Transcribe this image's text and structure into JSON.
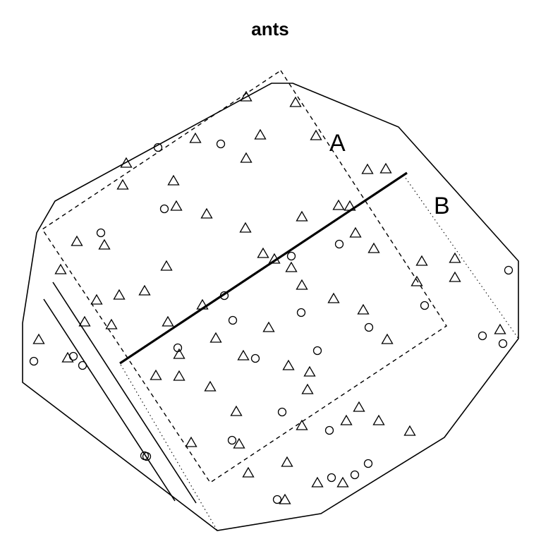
{
  "chart_data": {
    "type": "scatter",
    "title": "ants",
    "xlabel": "",
    "ylabel": "",
    "axes_shown": false,
    "grid": false,
    "region_labels": [
      "A",
      "B"
    ],
    "outline": [
      [
        415,
        118
      ],
      [
        565,
        180
      ],
      [
        735,
        370
      ],
      [
        735,
        480
      ],
      [
        630,
        620
      ],
      [
        455,
        728
      ],
      [
        308,
        752
      ],
      [
        32,
        542
      ],
      [
        32,
        458
      ],
      [
        52,
        330
      ],
      [
        78,
        285
      ],
      [
        385,
        118
      ]
    ],
    "region_A_boundary": [
      [
        398,
        100
      ],
      [
        633,
        462
      ],
      [
        298,
        684
      ],
      [
        60,
        325
      ]
    ],
    "region_B_boundary": [
      [
        572,
        248
      ],
      [
        735,
        480
      ],
      [
        630,
        620
      ],
      [
        455,
        728
      ],
      [
        308,
        752
      ],
      [
        170,
        515
      ]
    ],
    "dividing_line": [
      [
        170,
        515
      ],
      [
        577,
        245
      ]
    ],
    "parallel_lines": [
      [
        [
          75,
          400
        ],
        [
          278,
          713
        ]
      ],
      [
        [
          62,
          424
        ],
        [
          248,
          710
        ]
      ]
    ],
    "series": [
      {
        "marker": "triangle",
        "points": [
          [
            349,
            137
          ],
          [
            419,
            145
          ],
          [
            277,
            196
          ],
          [
            369,
            191
          ],
          [
            448,
            192
          ],
          [
            179,
            231
          ],
          [
            349,
            224
          ],
          [
            521,
            240
          ],
          [
            547,
            239
          ],
          [
            174,
            262
          ],
          [
            246,
            256
          ],
          [
            250,
            292
          ],
          [
            293,
            303
          ],
          [
            480,
            291
          ],
          [
            496,
            292
          ],
          [
            428,
            307
          ],
          [
            348,
            323
          ],
          [
            504,
            330
          ],
          [
            109,
            342
          ],
          [
            148,
            347
          ],
          [
            530,
            352
          ],
          [
            373,
            359
          ],
          [
            389,
            367
          ],
          [
            598,
            370
          ],
          [
            645,
            366
          ],
          [
            86,
            382
          ],
          [
            236,
            377
          ],
          [
            413,
            379
          ],
          [
            591,
            399
          ],
          [
            645,
            393
          ],
          [
            428,
            404
          ],
          [
            205,
            412
          ],
          [
            169,
            418
          ],
          [
            137,
            425
          ],
          [
            473,
            423
          ],
          [
            287,
            432
          ],
          [
            515,
            439
          ],
          [
            120,
            456
          ],
          [
            238,
            456
          ],
          [
            158,
            460
          ],
          [
            381,
            464
          ],
          [
            709,
            467
          ],
          [
            55,
            481
          ],
          [
            306,
            479
          ],
          [
            549,
            481
          ],
          [
            96,
            507
          ],
          [
            254,
            502
          ],
          [
            345,
            504
          ],
          [
            409,
            518
          ],
          [
            439,
            527
          ],
          [
            221,
            532
          ],
          [
            254,
            533
          ],
          [
            298,
            548
          ],
          [
            436,
            552
          ],
          [
            509,
            577
          ],
          [
            335,
            583
          ],
          [
            491,
            596
          ],
          [
            537,
            596
          ],
          [
            428,
            603
          ],
          [
            581,
            611
          ],
          [
            271,
            627
          ],
          [
            339,
            629
          ],
          [
            407,
            655
          ],
          [
            352,
            670
          ],
          [
            450,
            684
          ],
          [
            486,
            684
          ],
          [
            404,
            708
          ]
        ]
      },
      {
        "marker": "circle",
        "points": [
          [
            224,
            209
          ],
          [
            313,
            204
          ],
          [
            233,
            296
          ],
          [
            143,
            330
          ],
          [
            481,
            346
          ],
          [
            413,
            363
          ],
          [
            721,
            383
          ],
          [
            318,
            419
          ],
          [
            602,
            433
          ],
          [
            427,
            443
          ],
          [
            330,
            454
          ],
          [
            523,
            464
          ],
          [
            684,
            476
          ],
          [
            713,
            487
          ],
          [
            252,
            493
          ],
          [
            450,
            497
          ],
          [
            362,
            508
          ],
          [
            48,
            512
          ],
          [
            104,
            505
          ],
          [
            117,
            518
          ],
          [
            400,
            584
          ],
          [
            467,
            610
          ],
          [
            329,
            624
          ],
          [
            205,
            646
          ],
          [
            208,
            647
          ],
          [
            522,
            657
          ],
          [
            503,
            673
          ],
          [
            470,
            677
          ],
          [
            393,
            708
          ]
        ]
      }
    ]
  }
}
